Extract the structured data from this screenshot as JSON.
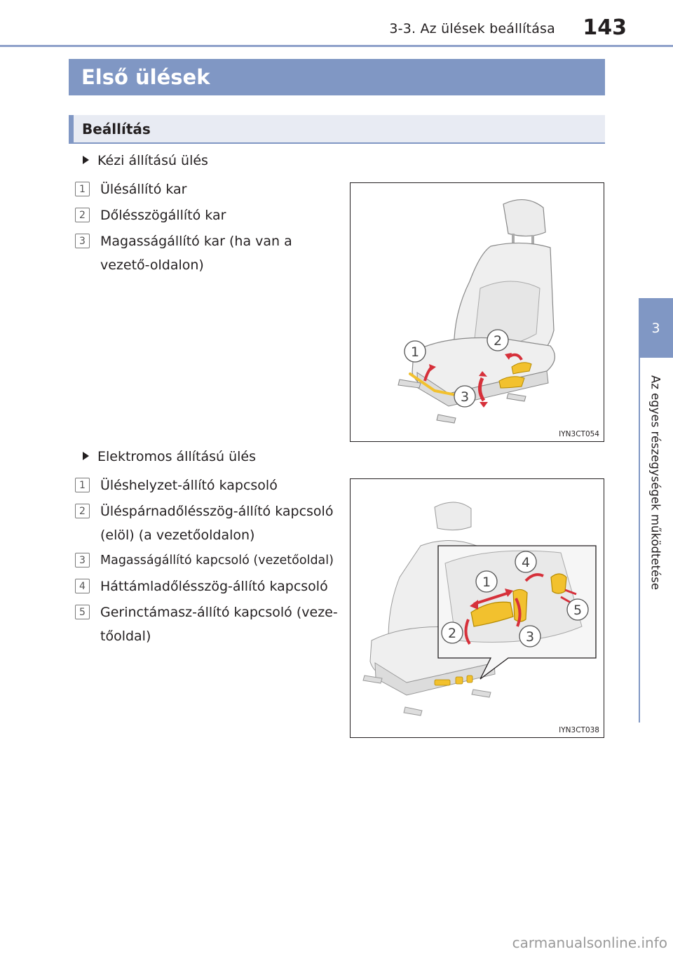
{
  "header": {
    "chapter": "3-3. Az ülések beállítása",
    "page_number": "143"
  },
  "side_tab": {
    "number": "3",
    "text": "Az egyes részegységek működtetése"
  },
  "section_title": "Első ülések",
  "subsection_title": "Beállítás",
  "manual": {
    "heading": "Kézi állítású ülés",
    "items": [
      {
        "num": "1",
        "text": "Ülésállító kar"
      },
      {
        "num": "2",
        "text": "Dőlésszögállító kar"
      },
      {
        "num": "3",
        "text": "Magasságállító kar (ha van a vezető-oldalon)"
      }
    ],
    "figure": {
      "code": "IYN3CT054",
      "callouts": [
        "1",
        "2",
        "3"
      ]
    }
  },
  "power": {
    "heading": "Elektromos állítású ülés",
    "items": [
      {
        "num": "1",
        "text": "Üléshelyzet-állító kapcsoló"
      },
      {
        "num": "2",
        "text": "Üléspárnadőlésszög-állító kapcsoló (elöl) (a vezetőoldalon)"
      },
      {
        "num": "3",
        "text": "Magasságállító kapcsoló (vezetőoldal)"
      },
      {
        "num": "4",
        "text": "Háttámladőlésszög-állító kapcsoló"
      },
      {
        "num": "5",
        "text": "Gerinctámasz-állító kapcsoló (veze-tőoldal)"
      }
    ],
    "figure": {
      "code": "IYN3CT038",
      "callouts": [
        "1",
        "2",
        "3",
        "4",
        "5"
      ]
    }
  },
  "watermark": "carmanualsonline.info",
  "colors": {
    "accent": "#8097c4",
    "subsection_bg": "#e8ebf3",
    "lever_yellow": "#f2c12e",
    "arrow_red": "#d6303a"
  }
}
